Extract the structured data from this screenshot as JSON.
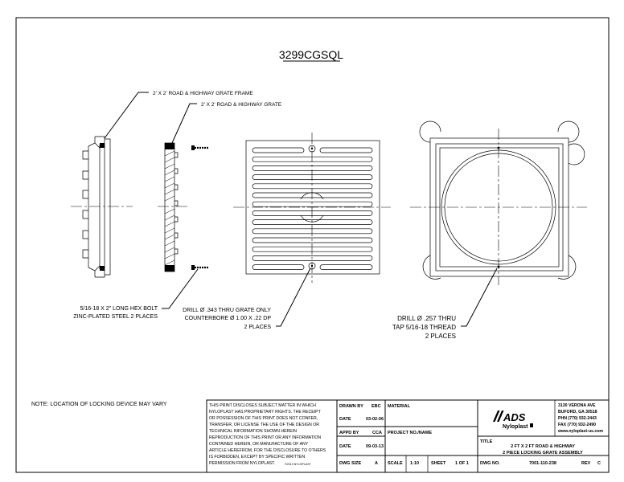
{
  "drawing": {
    "title": "3299CGSQL",
    "labels": {
      "frame": "2' X 2' ROAD & HIGHWAY GRATE FRAME",
      "grate": "2' X 2' ROAD & HIGHWAY GRATE",
      "bolt_line1": "5/16-18 X 2\" LONG HEX BOLT",
      "bolt_line2": "ZINC-PLATED STEEL 2 PLACES",
      "drill1_line1": "DRILL Ø .343 THRU GRATE ONLY",
      "drill1_line2": "COUNTERBORE Ø 1.00 X .22 DP",
      "drill1_line3": "2 PLACES",
      "drill2_line1": "DRILL Ø .257 THRU",
      "drill2_line2": "TAP 5/16-18 THREAD",
      "drill2_line3": "2 PLACES"
    },
    "note": "NOTE:  LOCATION OF LOCKING DEVICE MAY VARY"
  },
  "title_block": {
    "disclaimer": [
      "THIS PRINT DISCLOSES SUBJECT MATTER IN WHICH",
      "NYLOPLAST HAS PROPRIETARY RIGHTS. THE RECEIPT",
      "OR POSSESSION OF THIS PRINT DOES NOT CONFER,",
      "TRANSFER, OR LICENSE THE USE OF THE DESIGN OR",
      "TECHNICAL INFORMATION SHOWN HEREIN",
      "REPRODUCTION OF THIS PRINT OR ANY INFORMATION",
      "CONTAINED HEREIN, OR MANUFACTURE OF ANY",
      "ARTICLE HEREFROM, FOR THE DISCLOSURE TO OTHERS",
      "IS FORBIDDEN, EXCEPT BY SPECIFIC WRITTEN",
      "PERMISSION FROM NYLOPLAST."
    ],
    "copyright": "©2013 NYLOPLAST",
    "drawn_by_label": "DRAWN BY",
    "drawn_by": "EBC",
    "date_label": "DATE",
    "date1": "03-02-06",
    "appd_by_label": "APPD BY",
    "appd_by": "CCA",
    "date2": "09-03-13",
    "material_label": "MATERIAL",
    "project_label": "PROJECT NO./NAME",
    "dwg_size_label": "DWG SIZE",
    "dwg_size": "A",
    "scale_label": "SCALE",
    "scale": "1:10",
    "sheet_label": "SHEET",
    "sheet": "1 OF 1",
    "logo_ads": "ADS",
    "logo_nyloplast": "Nyloplast",
    "address": [
      "3130 VERONA AVE",
      "BUFORD, GA 30518",
      "PHN (770) 932-2443",
      "FAX (770) 932-2490",
      "www.nyloplast-us.com"
    ],
    "title_label": "TITLE",
    "title_line1": "2 FT X 2 FT ROAD & HIGHWAY",
    "title_line2": "2 PIECE LOCKING GRATE ASSEMBLY",
    "dwg_no_label": "DWG NO.",
    "dwg_no": "7001-110-238",
    "rev_label": "REV",
    "rev": "C"
  }
}
